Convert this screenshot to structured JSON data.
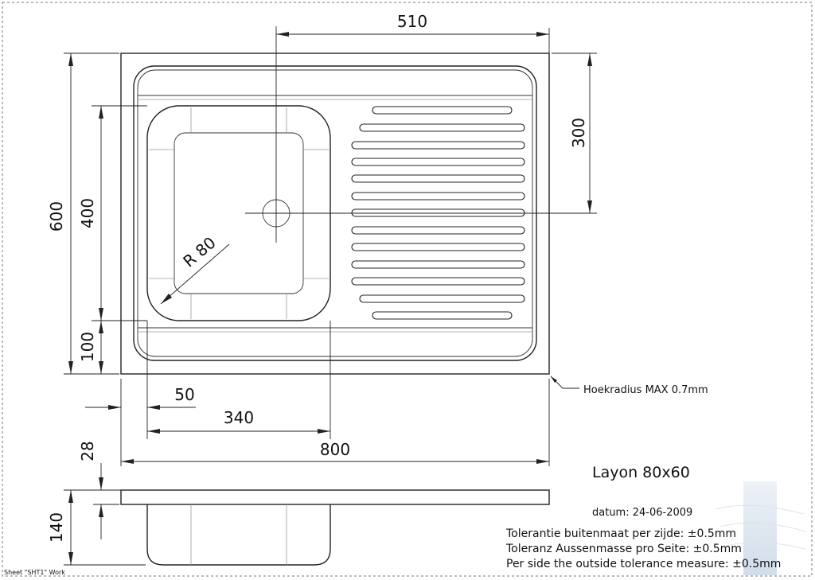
{
  "drawing": {
    "dimensions": {
      "width_total": "800",
      "height_total": "600",
      "bowl_offset_top": "510",
      "drain_offset": "300",
      "bowl_height": "400",
      "bottom_strip": "100",
      "bowl_left_margin": "50",
      "bowl_width": "340",
      "thickness": "28",
      "depth": "140",
      "corner_radius": "R 80"
    },
    "corner_note": "Hoekradius MAX 0.7mm"
  },
  "title_block": {
    "product_name": "Layon 80x60",
    "date": "datum: 24-06-2009",
    "tolerances": [
      "Tolerantie buitenmaat per zijde: ±0.5mm",
      "Toleranz Aussenmasse pro Seite: ±0.5mm",
      "Per side the outside tolerance measure: ±0.5mm"
    ]
  },
  "footer": {
    "sheet_label": "Sheet \"SHT1\" Work"
  }
}
